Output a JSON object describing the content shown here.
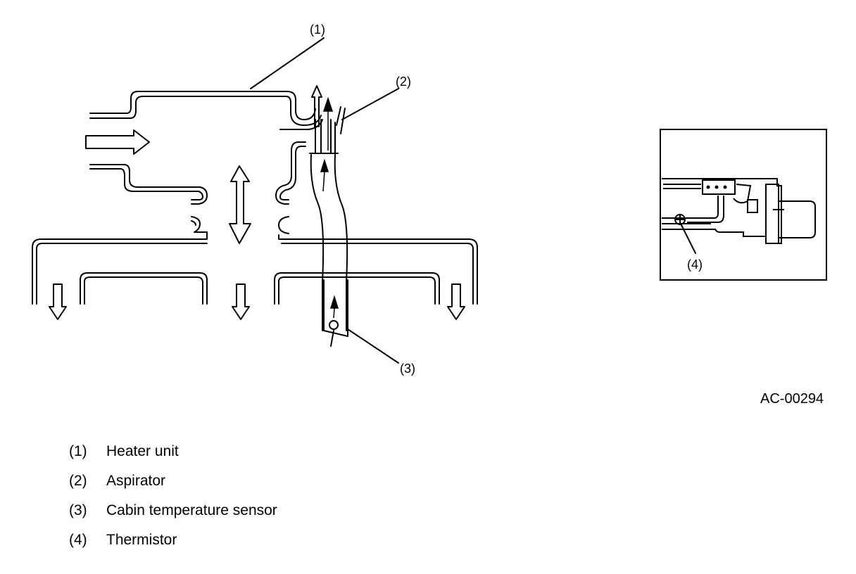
{
  "callouts": {
    "c1": "(1)",
    "c2": "(2)",
    "c3": "(3)",
    "c4": "(4)"
  },
  "figure_code": "AC-00294",
  "legend": [
    {
      "number": "(1)",
      "label": "Heater unit"
    },
    {
      "number": "(2)",
      "label": "Aspirator"
    },
    {
      "number": "(3)",
      "label": "Cabin temperature sensor"
    },
    {
      "number": "(4)",
      "label": "Thermistor"
    }
  ]
}
